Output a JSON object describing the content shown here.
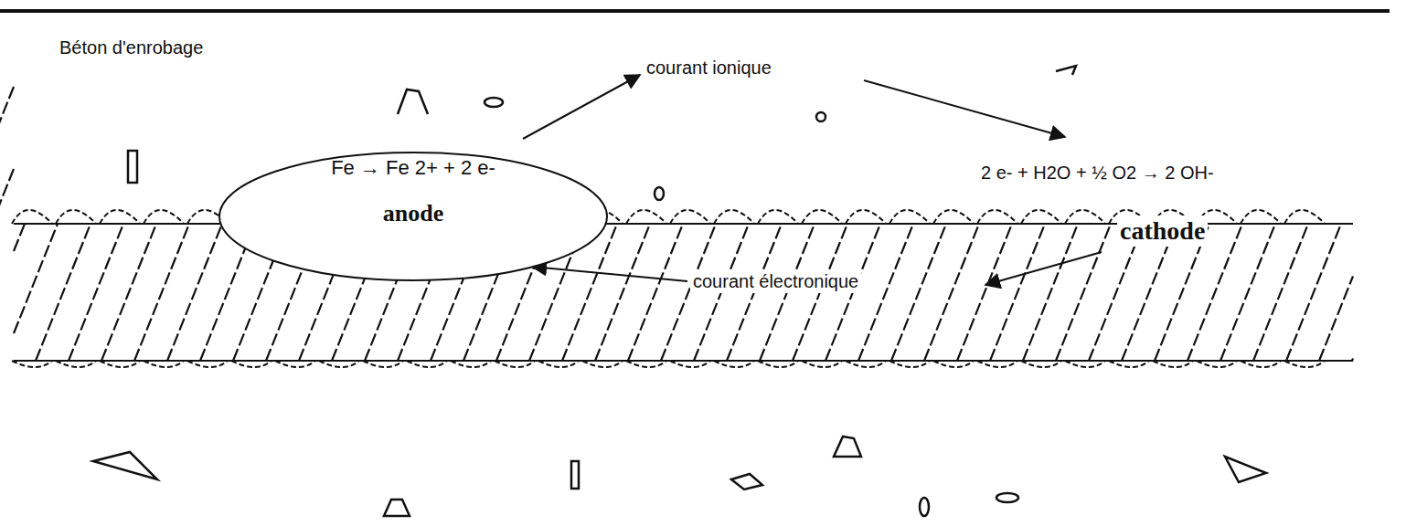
{
  "diagram": {
    "nodes": [
      {
        "text": [
          "Fe → Fe 2+ + 2 e-",
          "anode"
        ]
      }
    ],
    "labels": [
      "Béton d'enrobage",
      "courant ionique",
      "2 e- + H2O + ½ O2 → 2 OH-",
      "cathode",
      "courant électronique"
    ]
  }
}
